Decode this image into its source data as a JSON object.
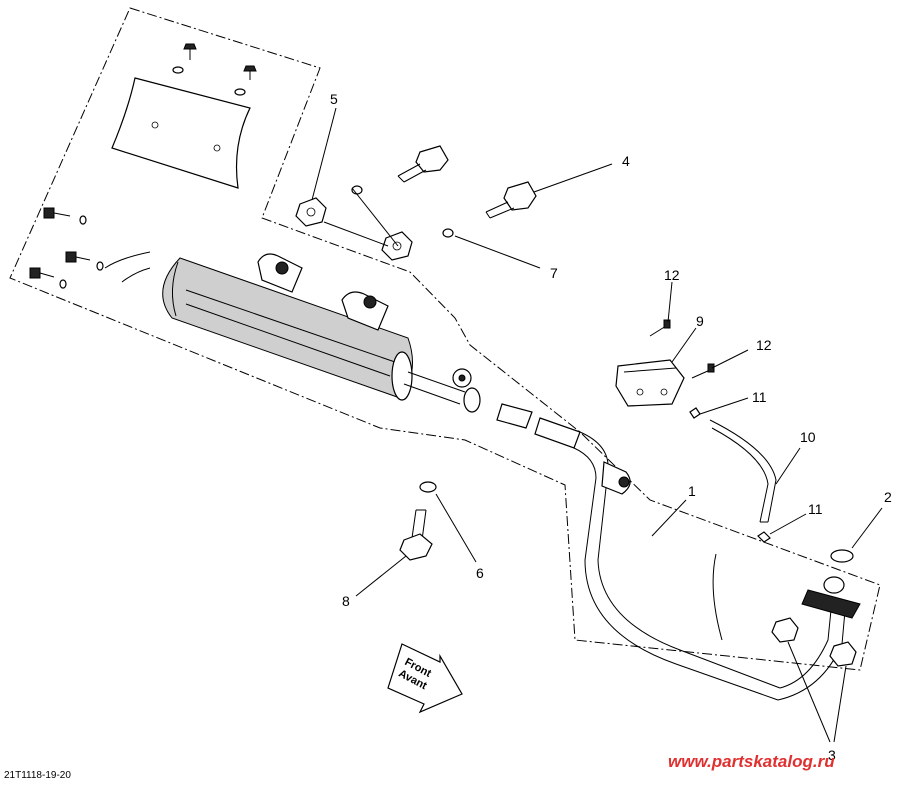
{
  "callouts": {
    "c1": "1",
    "c2": "2",
    "c3": "3",
    "c4": "4",
    "c5": "5",
    "c6": "6",
    "c7": "7",
    "c8": "8",
    "c9": "9",
    "c10": "10",
    "c11a": "11",
    "c11b": "11",
    "c12a": "12",
    "c12b": "12"
  },
  "direction_arrow": {
    "line1": "Front",
    "line2": "Avant"
  },
  "watermark": "www.partskatalog.ru",
  "drawing_ref": "21T1118-19-20",
  "colors": {
    "line": "#000000",
    "watermark": "#e03030",
    "background": "#ffffff"
  }
}
